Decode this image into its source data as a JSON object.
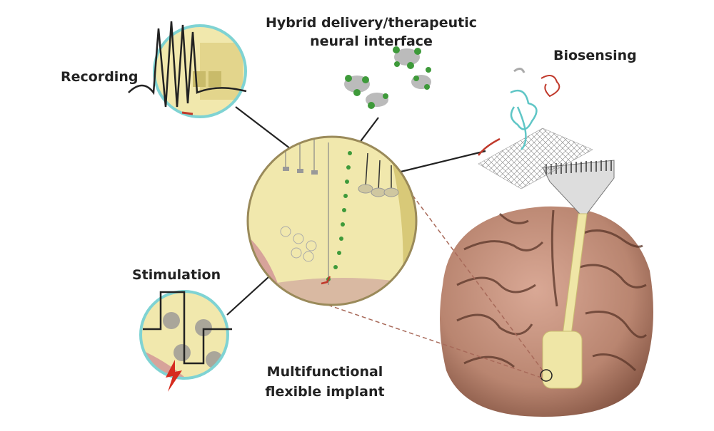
{
  "labels": {
    "recording": "Recording",
    "hybrid_line1": "Hybrid delivery/therapeutic",
    "hybrid_line2": "neural interface",
    "biosensing": "Biosensing",
    "stimulation": "Stimulation",
    "implant_line1": "Multifunctional",
    "implant_line2": "flexible implant"
  },
  "colors": {
    "implant": "#efe6a6",
    "ring": "#7fd3d3",
    "brain": "#b98570",
    "sulci": "#5a3528",
    "particle": "#3e9a3a"
  }
}
